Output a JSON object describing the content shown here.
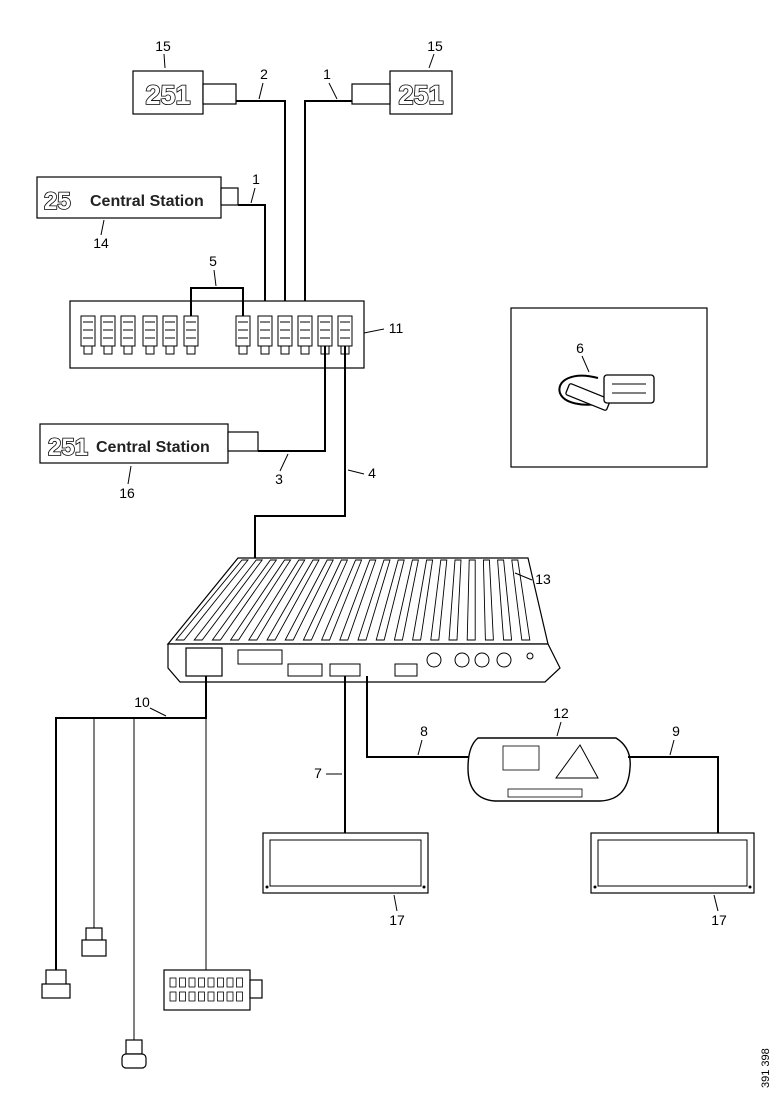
{
  "devices": {
    "display_15_left": {
      "text": "251"
    },
    "display_15_right": {
      "text": "251"
    },
    "central_station_14": {
      "code": "25",
      "name": "Central Station"
    },
    "central_station_16": {
      "code": "251",
      "name": "Central Station"
    }
  },
  "callouts": {
    "c15_left": "15",
    "c15_right": "15",
    "c2": "2",
    "c1_top": "1",
    "c1_mid": "1",
    "c14": "14",
    "c5": "5",
    "c11": "11",
    "c6": "6",
    "c3": "3",
    "c4": "4",
    "c16": "16",
    "c13": "13",
    "c10": "10",
    "c12": "12",
    "c8": "8",
    "c9": "9",
    "c7": "7",
    "c17_left": "17",
    "c17_right": "17"
  },
  "doc_id": "391 398"
}
